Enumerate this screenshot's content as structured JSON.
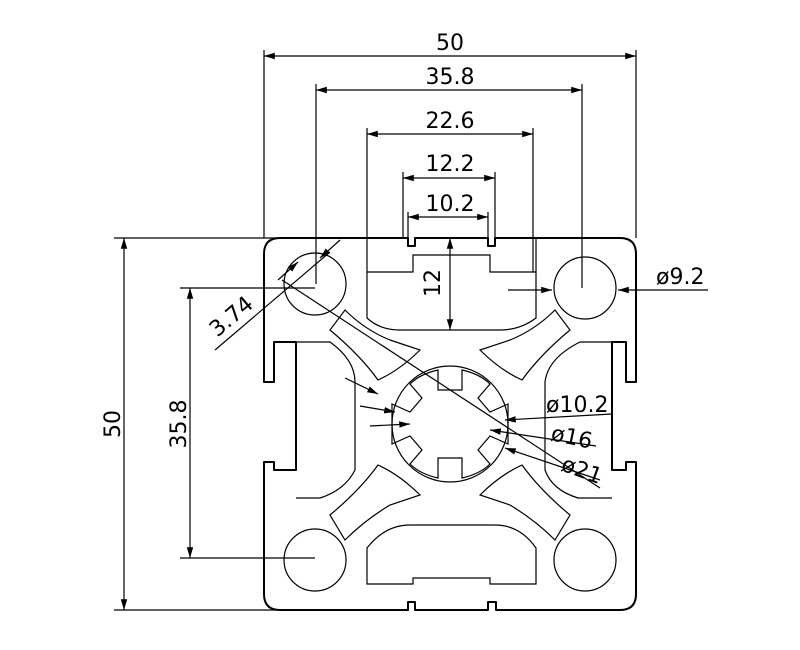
{
  "drawing": {
    "dimensions": {
      "overall_width": "50",
      "outer_slot_width": "35.8",
      "slot_inner_width": "22.6",
      "slot_opening_width": "12.2",
      "slot_neck_width": "10.2",
      "slot_depth": "12",
      "corner_hole": "ø9.2",
      "wall_thickness": "3.74",
      "overall_height": "50",
      "outer_slot_height": "35.8",
      "center_bore_inner": "ø10.2",
      "center_bore_middle": "ø16",
      "center_bore_outer": "ø21"
    }
  }
}
